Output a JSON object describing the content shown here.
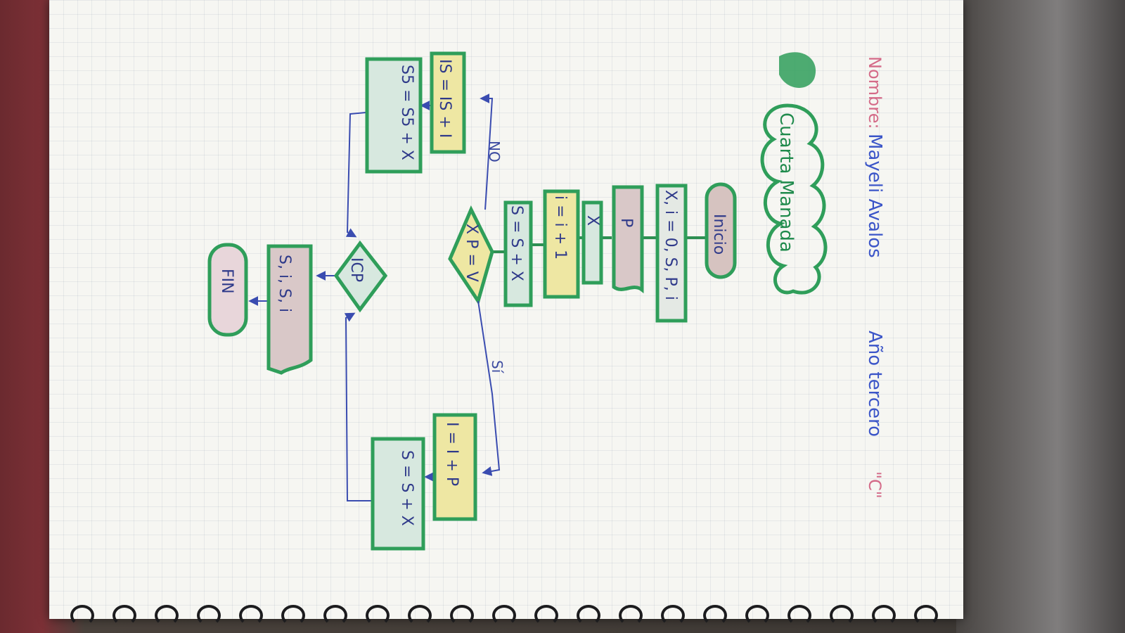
{
  "header": {
    "name_label": "Nombre:",
    "student": "Mayeli Avalos",
    "grade": "Año tercero",
    "section": "\"C\"",
    "subject": "Cuarta Manada"
  },
  "flowchart": {
    "start": "Inicio",
    "init": "X, i = 0, S, P, i",
    "input_p": "P",
    "input_x": "X",
    "inc_i": "i = i + 1",
    "assign_s": "S = S + X",
    "decision1": "X P = V",
    "yes_label": "Sí",
    "no_label": "NO",
    "yes_inc": "I = I + P",
    "yes_assign": "S = S + X",
    "no_inc": "IS = IS + I",
    "no_assign": "S5 = S5 + X",
    "decision2": "ICP",
    "output": "S, i, S, i",
    "end": "FIN"
  }
}
